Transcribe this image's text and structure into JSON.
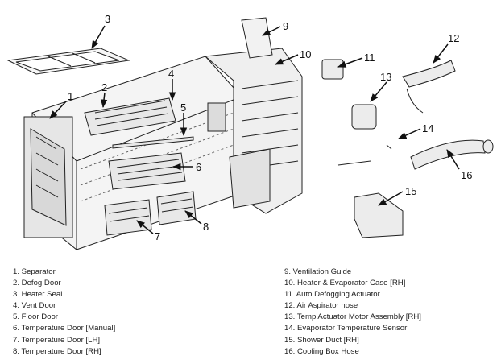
{
  "callouts": [
    "1",
    "2",
    "3",
    "4",
    "5",
    "6",
    "7",
    "8",
    "9",
    "10",
    "11",
    "12",
    "13",
    "14",
    "15",
    "16"
  ],
  "legend": {
    "left": [
      "1. Separator",
      "2. Defog Door",
      "3. Heater Seal",
      "4. Vent Door",
      "5. Floor Door",
      "6. Temperature Door [Manual]",
      "7. Temperature Door [LH]",
      "8. Temperature Door [RH]"
    ],
    "right": [
      "9. Ventilation Guide",
      "10. Heater & Evaporator Case [RH]",
      "11. Auto Defogging Actuator",
      "12. Air Aspirator hose",
      "13. Temp Actuator Motor Assembly [RH]",
      "14. Evaporator Temperature Sensor",
      "15. Shower Duct [RH]",
      "16. Cooling Box Hose"
    ]
  }
}
